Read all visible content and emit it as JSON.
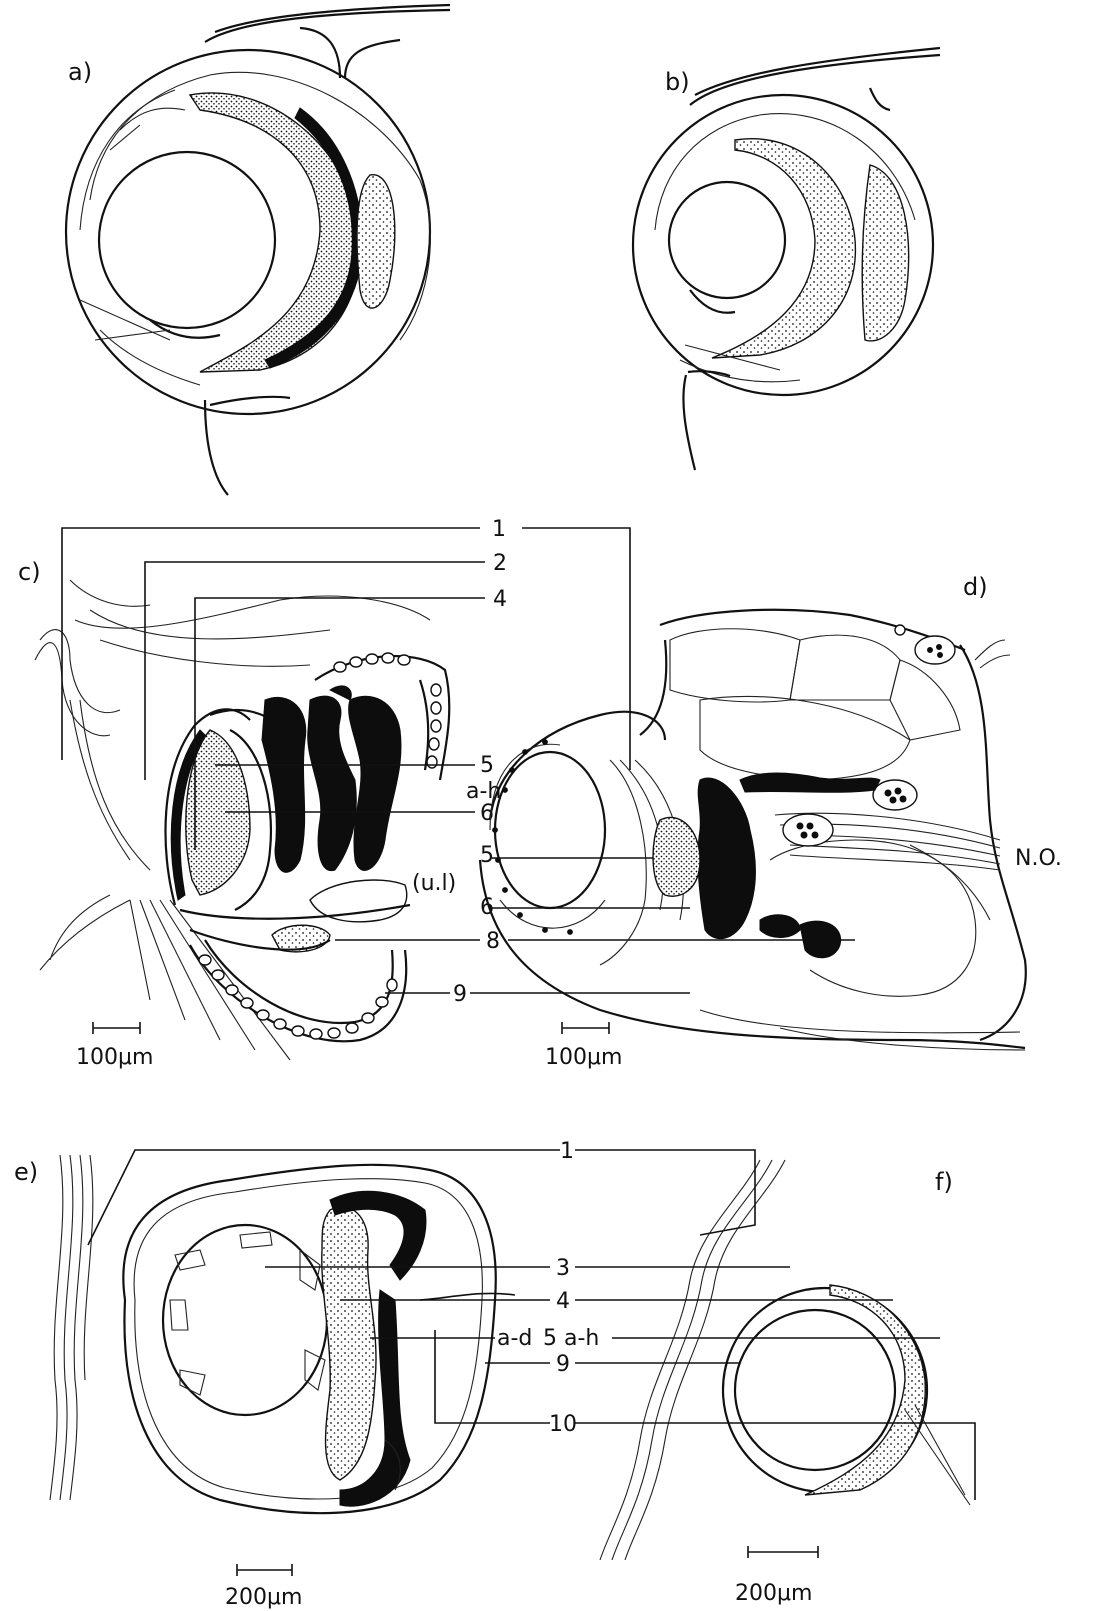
{
  "panels": {
    "a": {
      "label": "a)"
    },
    "b": {
      "label": "b)"
    },
    "c": {
      "label": "c)",
      "markers": [
        "1",
        "2",
        "4",
        "5",
        "a-h",
        "6",
        "5",
        "(u.l)",
        "6",
        "8",
        "9"
      ],
      "scale": "100μm"
    },
    "d": {
      "label": "d)",
      "marker_no": "N.O.",
      "scale": "100μm"
    },
    "e": {
      "label": "e)",
      "scale": "200μm"
    },
    "f": {
      "label": "f)",
      "scale": "200μm"
    },
    "ef_markers": {
      "m1": "1",
      "m3": "3",
      "m4": "4",
      "m5left": "a-d",
      "m5": "5 a-h",
      "m9": "9",
      "m10": "10"
    }
  }
}
